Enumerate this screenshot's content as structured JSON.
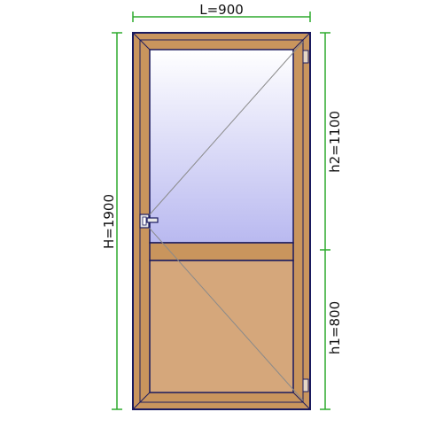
{
  "dimensions": {
    "width_label": "L=900",
    "height_label": "H=1900",
    "upper_height_label": "h2=1100",
    "lower_height_label": "h1=800"
  },
  "colors": {
    "dimension_line": "#2eaa2e",
    "frame_fill": "#c9955d",
    "frame_outline": "#1a1a5e",
    "glass_top": "#ffffff",
    "glass_bottom": "#b9b9f0",
    "panel_fill": "#d5a77b",
    "opening_line": "#8a8a8a"
  },
  "components": {
    "handle": "door-handle-icon",
    "hinges": [
      "hinge-icon",
      "hinge-icon"
    ]
  }
}
